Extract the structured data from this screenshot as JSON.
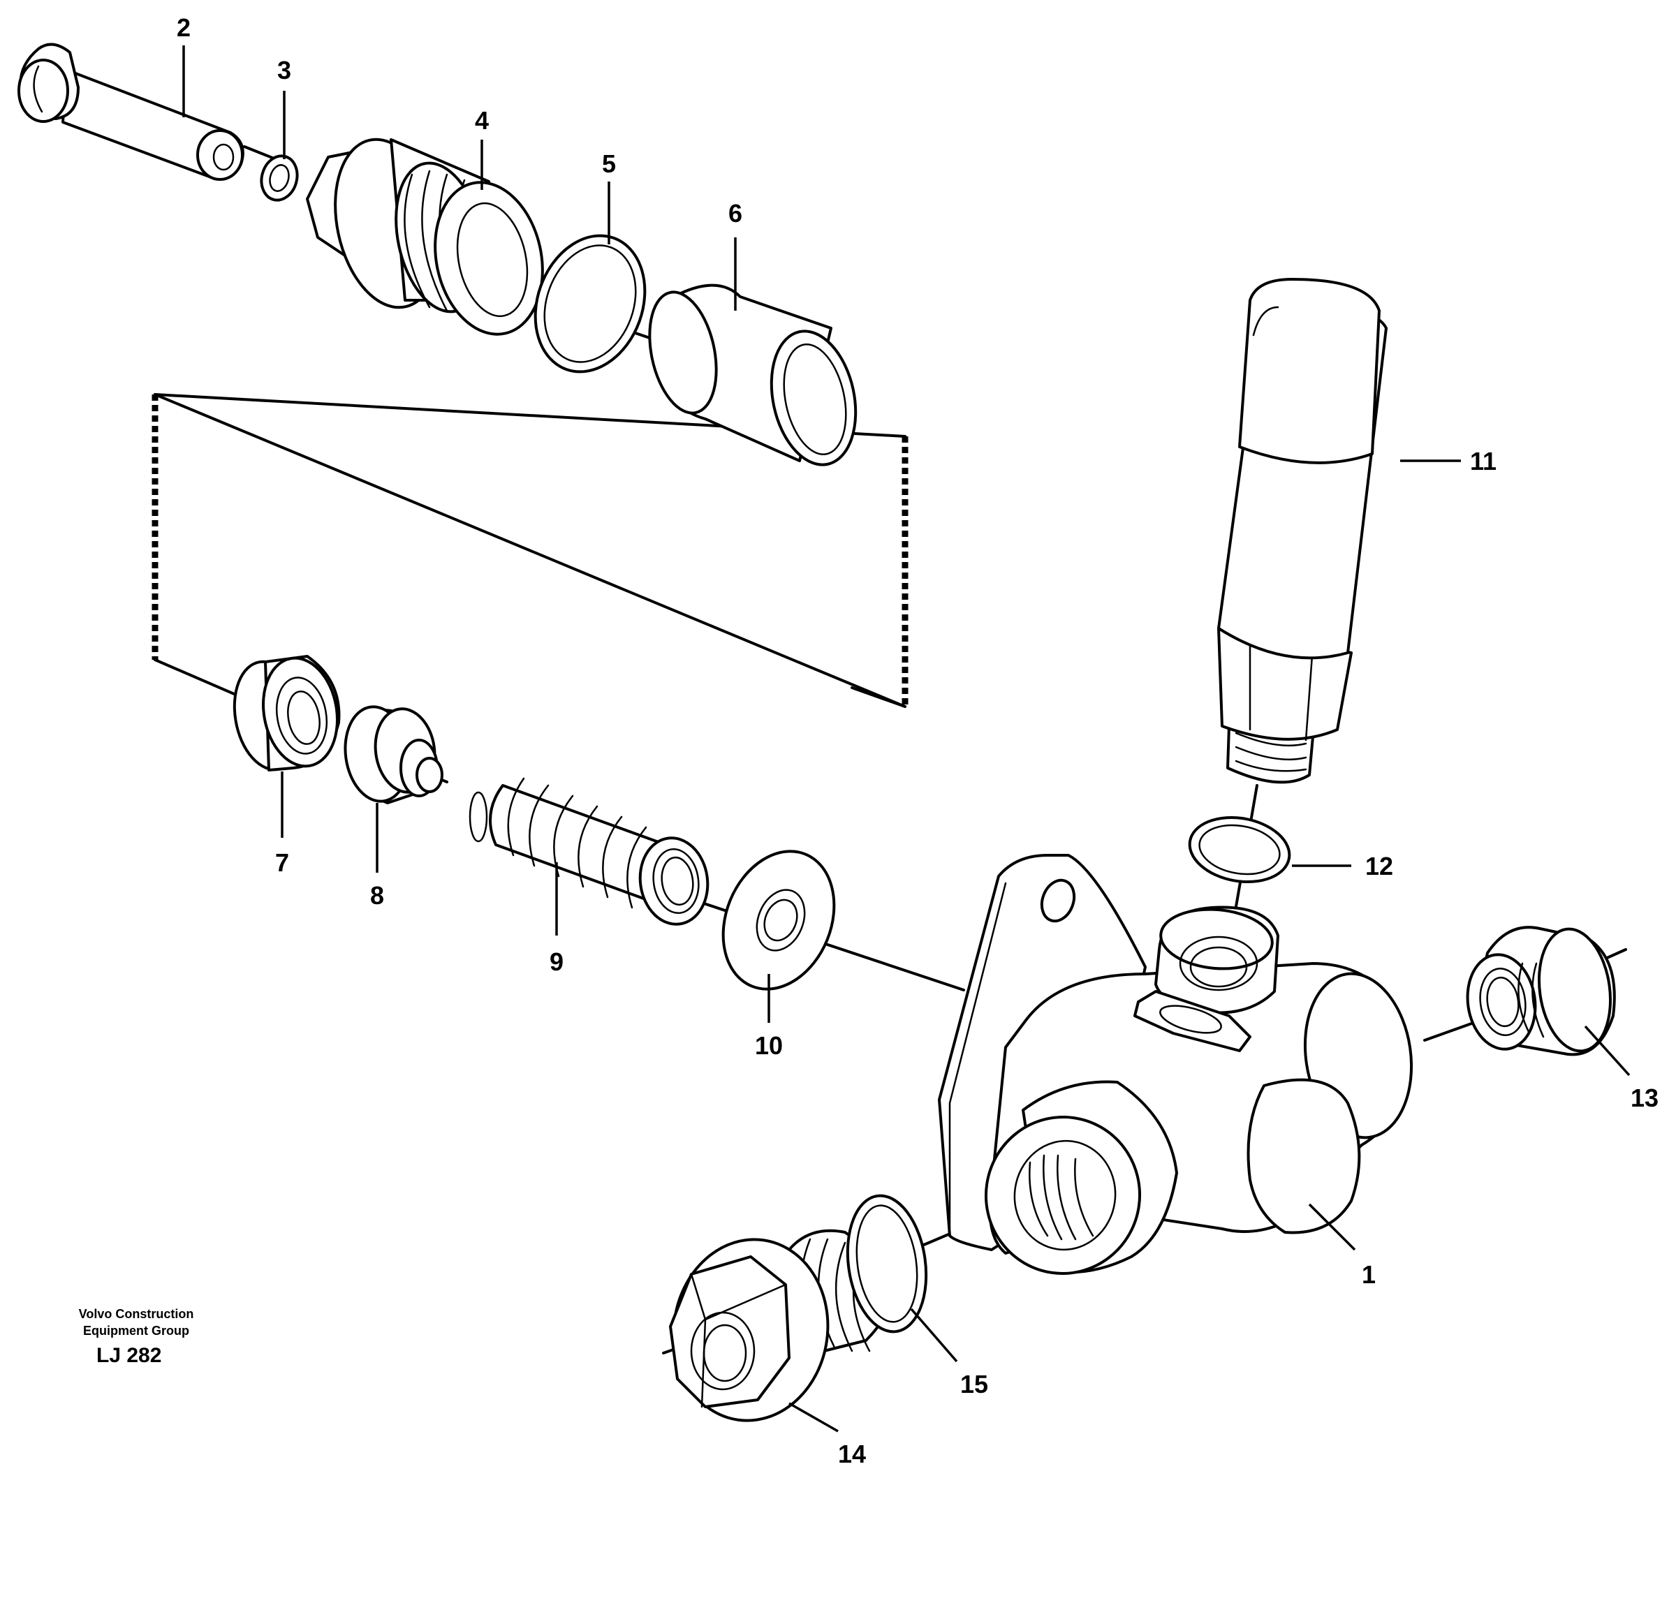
{
  "callouts": {
    "c1": "1",
    "c2": "2",
    "c3": "3",
    "c4": "4",
    "c5": "5",
    "c6": "6",
    "c7": "7",
    "c8": "8",
    "c9": "9",
    "c10": "10",
    "c11": "11",
    "c12": "12",
    "c13": "13",
    "c14": "14",
    "c15": "15"
  },
  "credit": {
    "line1": "Volvo Construction",
    "line2": "Equipment Group",
    "code": "LJ 282"
  }
}
